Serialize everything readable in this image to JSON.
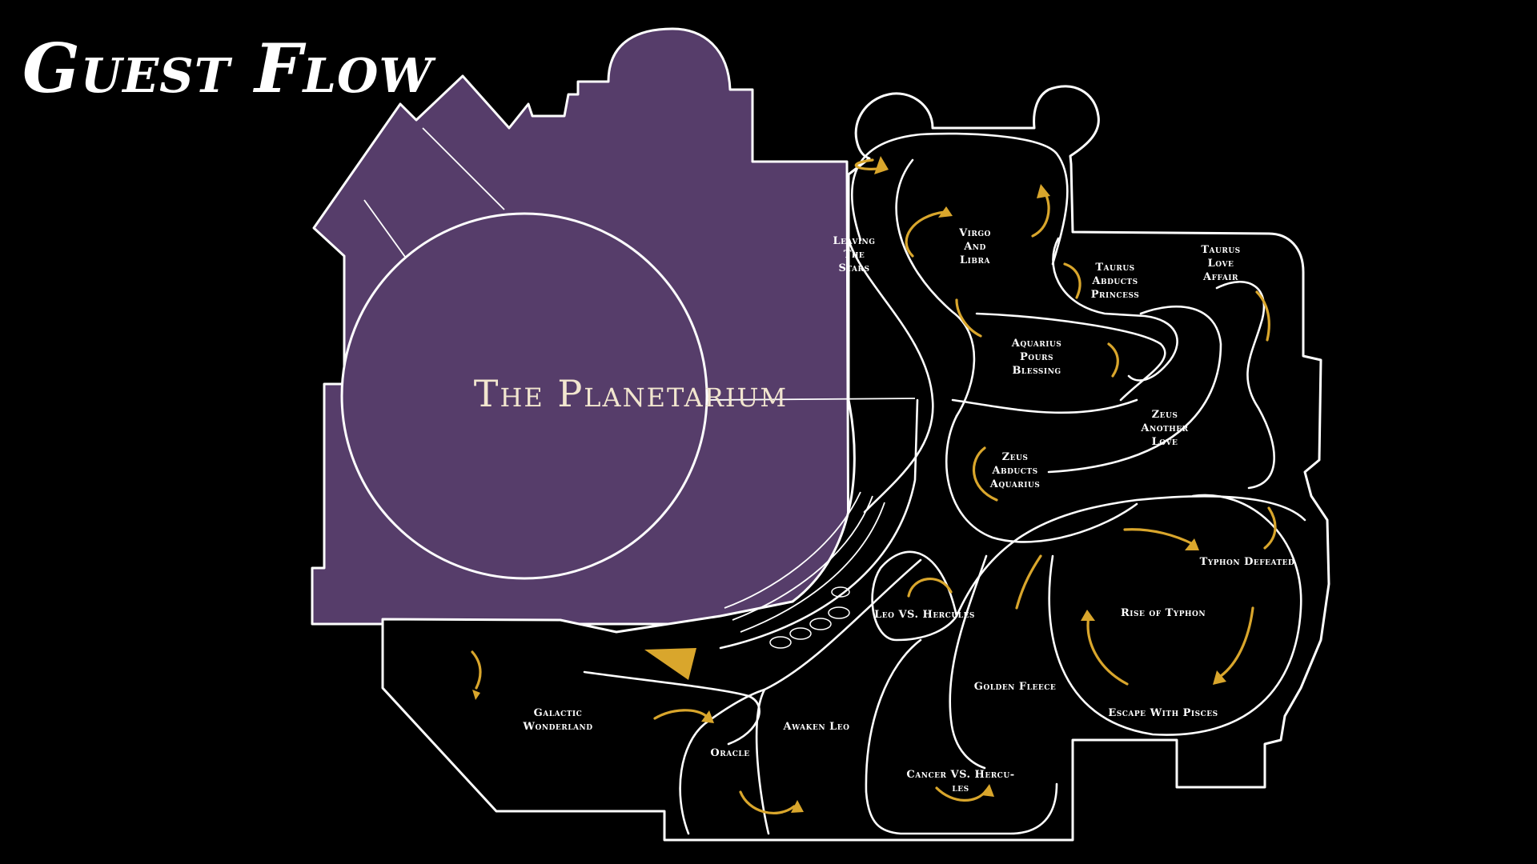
{
  "title": "Guest Flow",
  "planetarium": {
    "name": "The Planetarium",
    "color": "#563d6a"
  },
  "colors": {
    "background": "#000000",
    "walls": "#ffffff",
    "arrows": "#d9a62c",
    "room_fill": "#563d6a"
  },
  "rooms": [
    {
      "id": "leaving-the-stars",
      "lines": [
        "Leaving",
        "The",
        "Stars"
      ]
    },
    {
      "id": "virgo-and-libra",
      "lines": [
        "Virgo",
        "And",
        "Libra"
      ]
    },
    {
      "id": "taurus-abducts-princess",
      "lines": [
        "Taurus",
        "Abducts",
        "Princess"
      ]
    },
    {
      "id": "taurus-love-affair",
      "lines": [
        "Taurus",
        "Love",
        "Affair"
      ]
    },
    {
      "id": "aquarius-pours-blessing",
      "lines": [
        "Aquarius",
        "Pours",
        "Blessing"
      ]
    },
    {
      "id": "zeus-another-love",
      "lines": [
        "Zeus",
        "Another",
        "Love"
      ]
    },
    {
      "id": "zeus-abducts-aquarius",
      "lines": [
        "Zeus",
        "Abducts",
        "Aquarius"
      ]
    },
    {
      "id": "typhon-defeated",
      "lines": [
        "Typhon Defeated"
      ]
    },
    {
      "id": "rise-of-typhon",
      "lines": [
        "Rise of Typhon"
      ]
    },
    {
      "id": "leo-vs-hercules",
      "lines": [
        "Leo VS. Hercules"
      ]
    },
    {
      "id": "golden-fleece",
      "lines": [
        "Golden Fleece"
      ]
    },
    {
      "id": "escape-with-pisces",
      "lines": [
        "Escape With Pisces"
      ]
    },
    {
      "id": "galactic-wonderland",
      "lines": [
        "Galactic",
        "Wonderland"
      ]
    },
    {
      "id": "awaken-leo",
      "lines": [
        "Awaken Leo"
      ]
    },
    {
      "id": "oracle",
      "lines": [
        "Oracle"
      ]
    },
    {
      "id": "cancer-vs-hercules",
      "lines": [
        "Cancer VS. Hercu-",
        "les"
      ]
    }
  ]
}
